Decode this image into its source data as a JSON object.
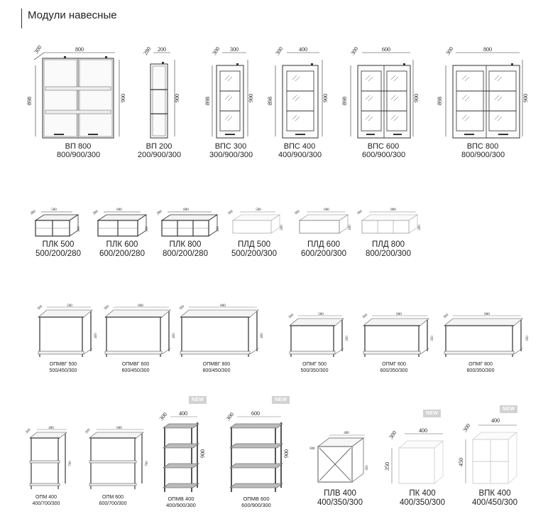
{
  "header": {
    "title": "Модули навесные"
  },
  "row1": [
    {
      "name": "ВП 800",
      "dims": "800/900/300",
      "w": "800",
      "d": "300",
      "h": "900",
      "hi": "898"
    },
    {
      "name": "ВП 200",
      "dims": "200/900/300",
      "w": "200",
      "d": "280",
      "h": "900",
      "hi": ""
    },
    {
      "name": "ВПС 300",
      "dims": "300/900/300",
      "w": "300",
      "d": "300",
      "h": "900",
      "hi": "898"
    },
    {
      "name": "ВПС 400",
      "dims": "400/900/300",
      "w": "400",
      "d": "300",
      "h": "900",
      "hi": "898"
    },
    {
      "name": "ВПС 600",
      "dims": "600/900/300",
      "w": "600",
      "d": "300",
      "h": "900",
      "hi": "898"
    },
    {
      "name": "ВПС 800",
      "dims": "800/900/300",
      "w": "800",
      "d": "300",
      "h": "900",
      "hi": "898"
    }
  ],
  "row2": [
    {
      "name": "ПЛК 500",
      "dims": "500/200/280",
      "w": "500",
      "d": "280",
      "h": "200"
    },
    {
      "name": "ПЛК 600",
      "dims": "600/200/280",
      "w": "600",
      "d": "280",
      "h": "200"
    },
    {
      "name": "ПЛК 800",
      "dims": "800/200/280",
      "w": "800",
      "d": "280",
      "h": "200"
    },
    {
      "name": "ПЛД 500",
      "dims": "500/200/300",
      "w": "500",
      "d": "300",
      "h": "200"
    },
    {
      "name": "ПЛД 600",
      "dims": "600/200/300",
      "w": "600",
      "d": "300",
      "h": "200"
    },
    {
      "name": "ПЛД 800",
      "dims": "800/200/300",
      "w": "800",
      "d": "300",
      "h": "200"
    }
  ],
  "row3": [
    {
      "name": "ОПМВГ 500",
      "dims": "500/450/300",
      "w": "500",
      "d": "300",
      "h": "450"
    },
    {
      "name": "ОПМВГ 600",
      "dims": "600/450/300",
      "w": "600",
      "d": "300",
      "h": "450"
    },
    {
      "name": "ОПМВГ 800",
      "dims": "800/450/300",
      "w": "800",
      "d": "300",
      "h": "450"
    },
    {
      "name": "ОПМГ 500",
      "dims": "500/350/300",
      "w": "500",
      "d": "300",
      "h": "350"
    },
    {
      "name": "ОПМГ 600",
      "dims": "600/350/300",
      "w": "600",
      "d": "300",
      "h": "350"
    },
    {
      "name": "ОПМГ 800",
      "dims": "800/350/300",
      "w": "800",
      "d": "300",
      "h": "350"
    }
  ],
  "row4": [
    {
      "name": "ОПМ 400",
      "dims": "400/700/300",
      "w": "400",
      "d": "300",
      "h": "700",
      "isnew": false
    },
    {
      "name": "ОПМ 600",
      "dims": "600/700/300",
      "w": "600",
      "d": "300",
      "h": "700",
      "isnew": false
    },
    {
      "name": "ОПМВ 400",
      "dims": "400/900/300",
      "w": "400",
      "d": "300",
      "h": "900",
      "isnew": true
    },
    {
      "name": "ОПМВ 600",
      "dims": "600/900/300",
      "w": "600",
      "d": "300",
      "h": "900",
      "isnew": true
    },
    {
      "name": "ПЛВ 400",
      "dims": "400/350/300",
      "w": "400",
      "d": "300",
      "h": "350",
      "isnew": false
    },
    {
      "name": "ПК 400",
      "dims": "400/350/300",
      "w": "400",
      "d": "300",
      "h": "350",
      "isnew": true
    },
    {
      "name": "ВПК 400",
      "dims": "400/450/300",
      "w": "400",
      "d": "300",
      "h": "450",
      "isnew": true
    }
  ],
  "badge_label": "NEW"
}
